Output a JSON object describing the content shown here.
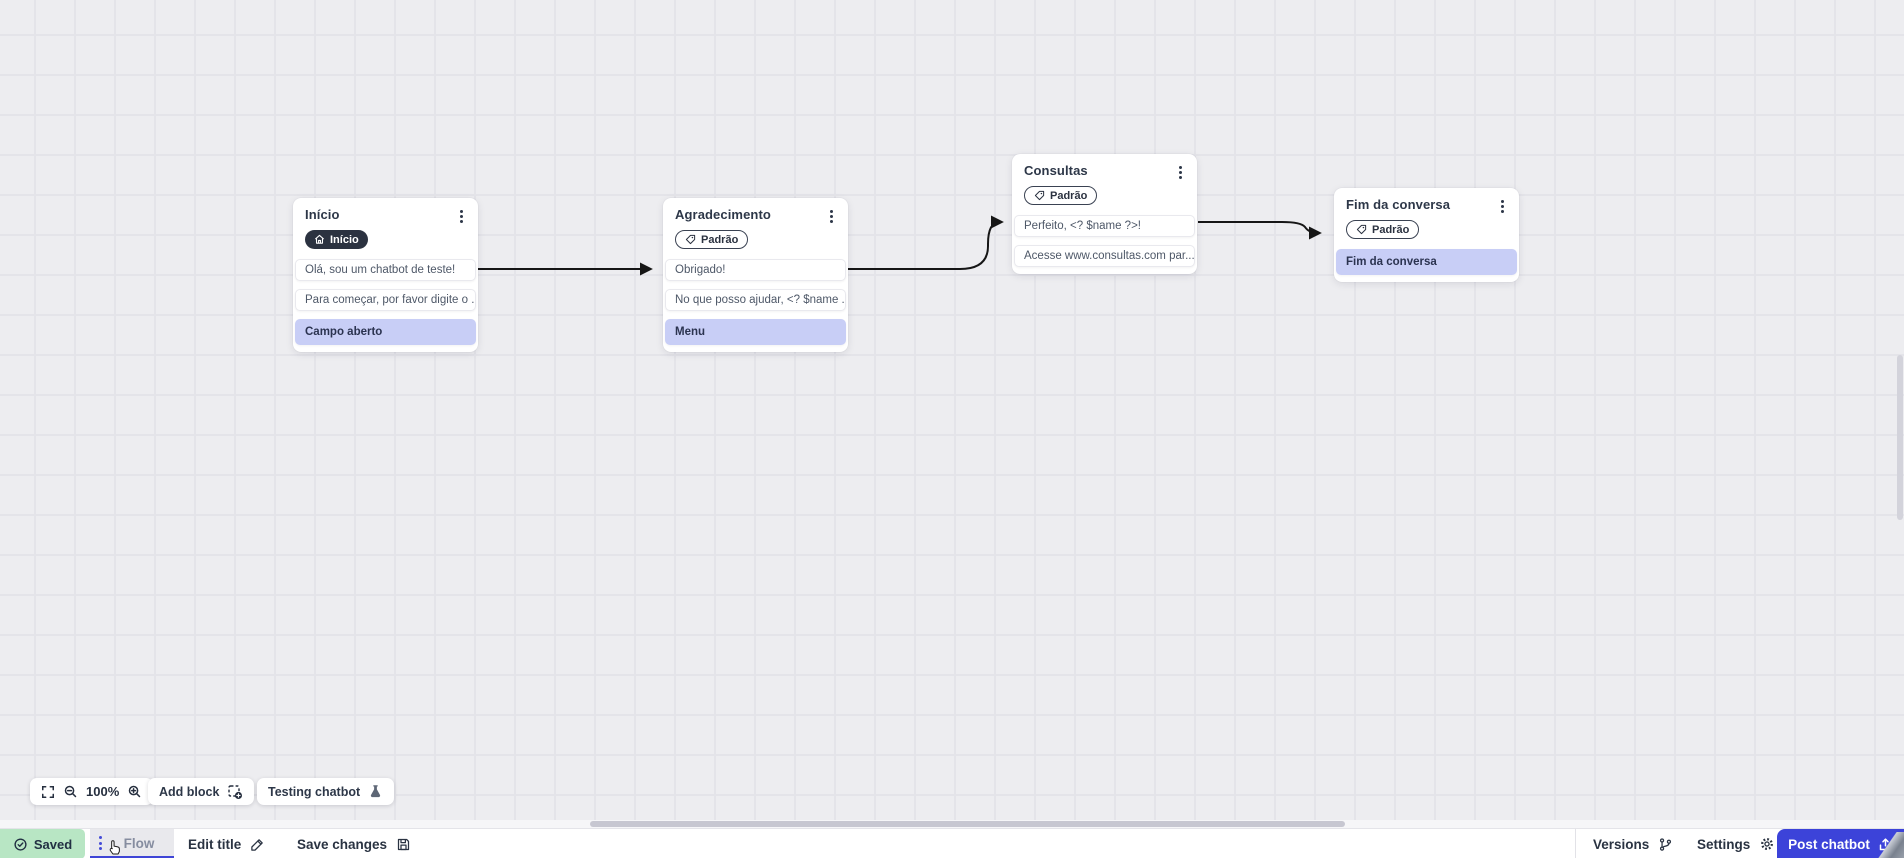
{
  "colors": {
    "accent_blue": "#3c43d9",
    "saved_green_bg": "#b8e6c4",
    "highlight_row_bg": "#c8cef6",
    "dark_badge_bg": "#2b3240",
    "arrow_color": "#161616",
    "canvas_bg": "#ededf0"
  },
  "canvas": {
    "nodes": [
      {
        "title": "Início",
        "badge": {
          "label": "Início",
          "style": "dark",
          "icon": "home-icon"
        },
        "rows": [
          {
            "text": "Olá, sou um chatbot de teste!",
            "highlight": false
          },
          {
            "text": "Para começar, por favor digite o ...",
            "highlight": false
          },
          {
            "text": "Campo aberto",
            "highlight": true
          }
        ]
      },
      {
        "title": "Agradecimento",
        "badge": {
          "label": "Padrão",
          "style": "outline",
          "icon": "tag-icon"
        },
        "rows": [
          {
            "text": "Obrigado!",
            "highlight": false
          },
          {
            "text": "No que posso ajudar, <? $name ...",
            "highlight": false
          },
          {
            "text": "Menu",
            "highlight": true
          }
        ]
      },
      {
        "title": "Consultas",
        "badge": {
          "label": "Padrão",
          "style": "outline",
          "icon": "tag-icon"
        },
        "rows": [
          {
            "text": "Perfeito, <? $name ?>!",
            "highlight": false
          },
          {
            "text": "Acesse www.consultas.com par...",
            "highlight": false
          }
        ]
      },
      {
        "title": "Fim da conversa",
        "badge": {
          "label": "Padrão",
          "style": "outline",
          "icon": "tag-icon"
        },
        "rows": [
          {
            "text": "Fim da conversa",
            "highlight": true
          }
        ]
      }
    ]
  },
  "toolbar": {
    "zoom_level": "100%",
    "add_block": "Add block",
    "testing_chatbot": "Testing chatbot"
  },
  "statusbar": {
    "saved": "Saved",
    "flow_tab": "Flow",
    "edit_title": "Edit title",
    "save_changes": "Save changes",
    "versions": "Versions",
    "settings": "Settings",
    "post_chatbot": "Post chatbot"
  }
}
